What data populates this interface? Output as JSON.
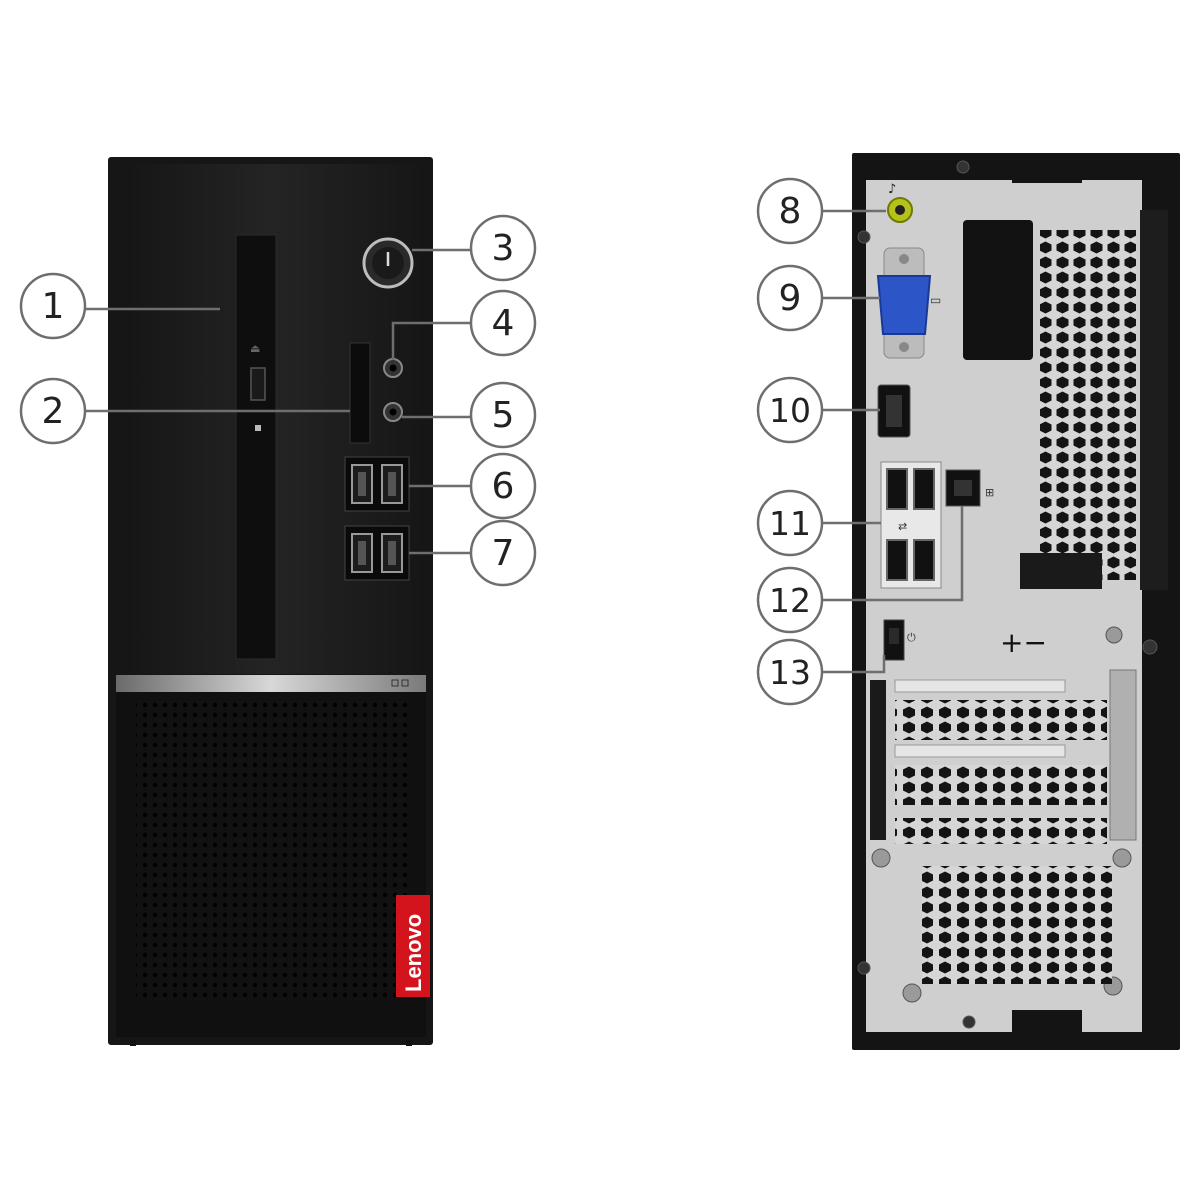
{
  "callouts": [
    {
      "number": "1",
      "target": "optical-drive"
    },
    {
      "number": "2",
      "target": "card-reader"
    },
    {
      "number": "3",
      "target": "power-button"
    },
    {
      "number": "4",
      "target": "headphone-jack"
    },
    {
      "number": "5",
      "target": "microphone-jack"
    },
    {
      "number": "6",
      "target": "front-usb-ports-upper"
    },
    {
      "number": "7",
      "target": "front-usb-ports-lower"
    },
    {
      "number": "8",
      "target": "rear-audio-jack"
    },
    {
      "number": "9",
      "target": "vga-port"
    },
    {
      "number": "10",
      "target": "hdmi-port"
    },
    {
      "number": "11",
      "target": "rear-usb-ports"
    },
    {
      "number": "12",
      "target": "ethernet-port"
    },
    {
      "number": "13",
      "target": "power-connector"
    }
  ],
  "brand": {
    "logo_text": "Lenovo"
  },
  "colors": {
    "case": "#1c1c1c",
    "panel": "#111111",
    "accent": "#d4141c",
    "rear_plate": "#c8c8c8",
    "callout_stroke": "#6e6e6e"
  }
}
